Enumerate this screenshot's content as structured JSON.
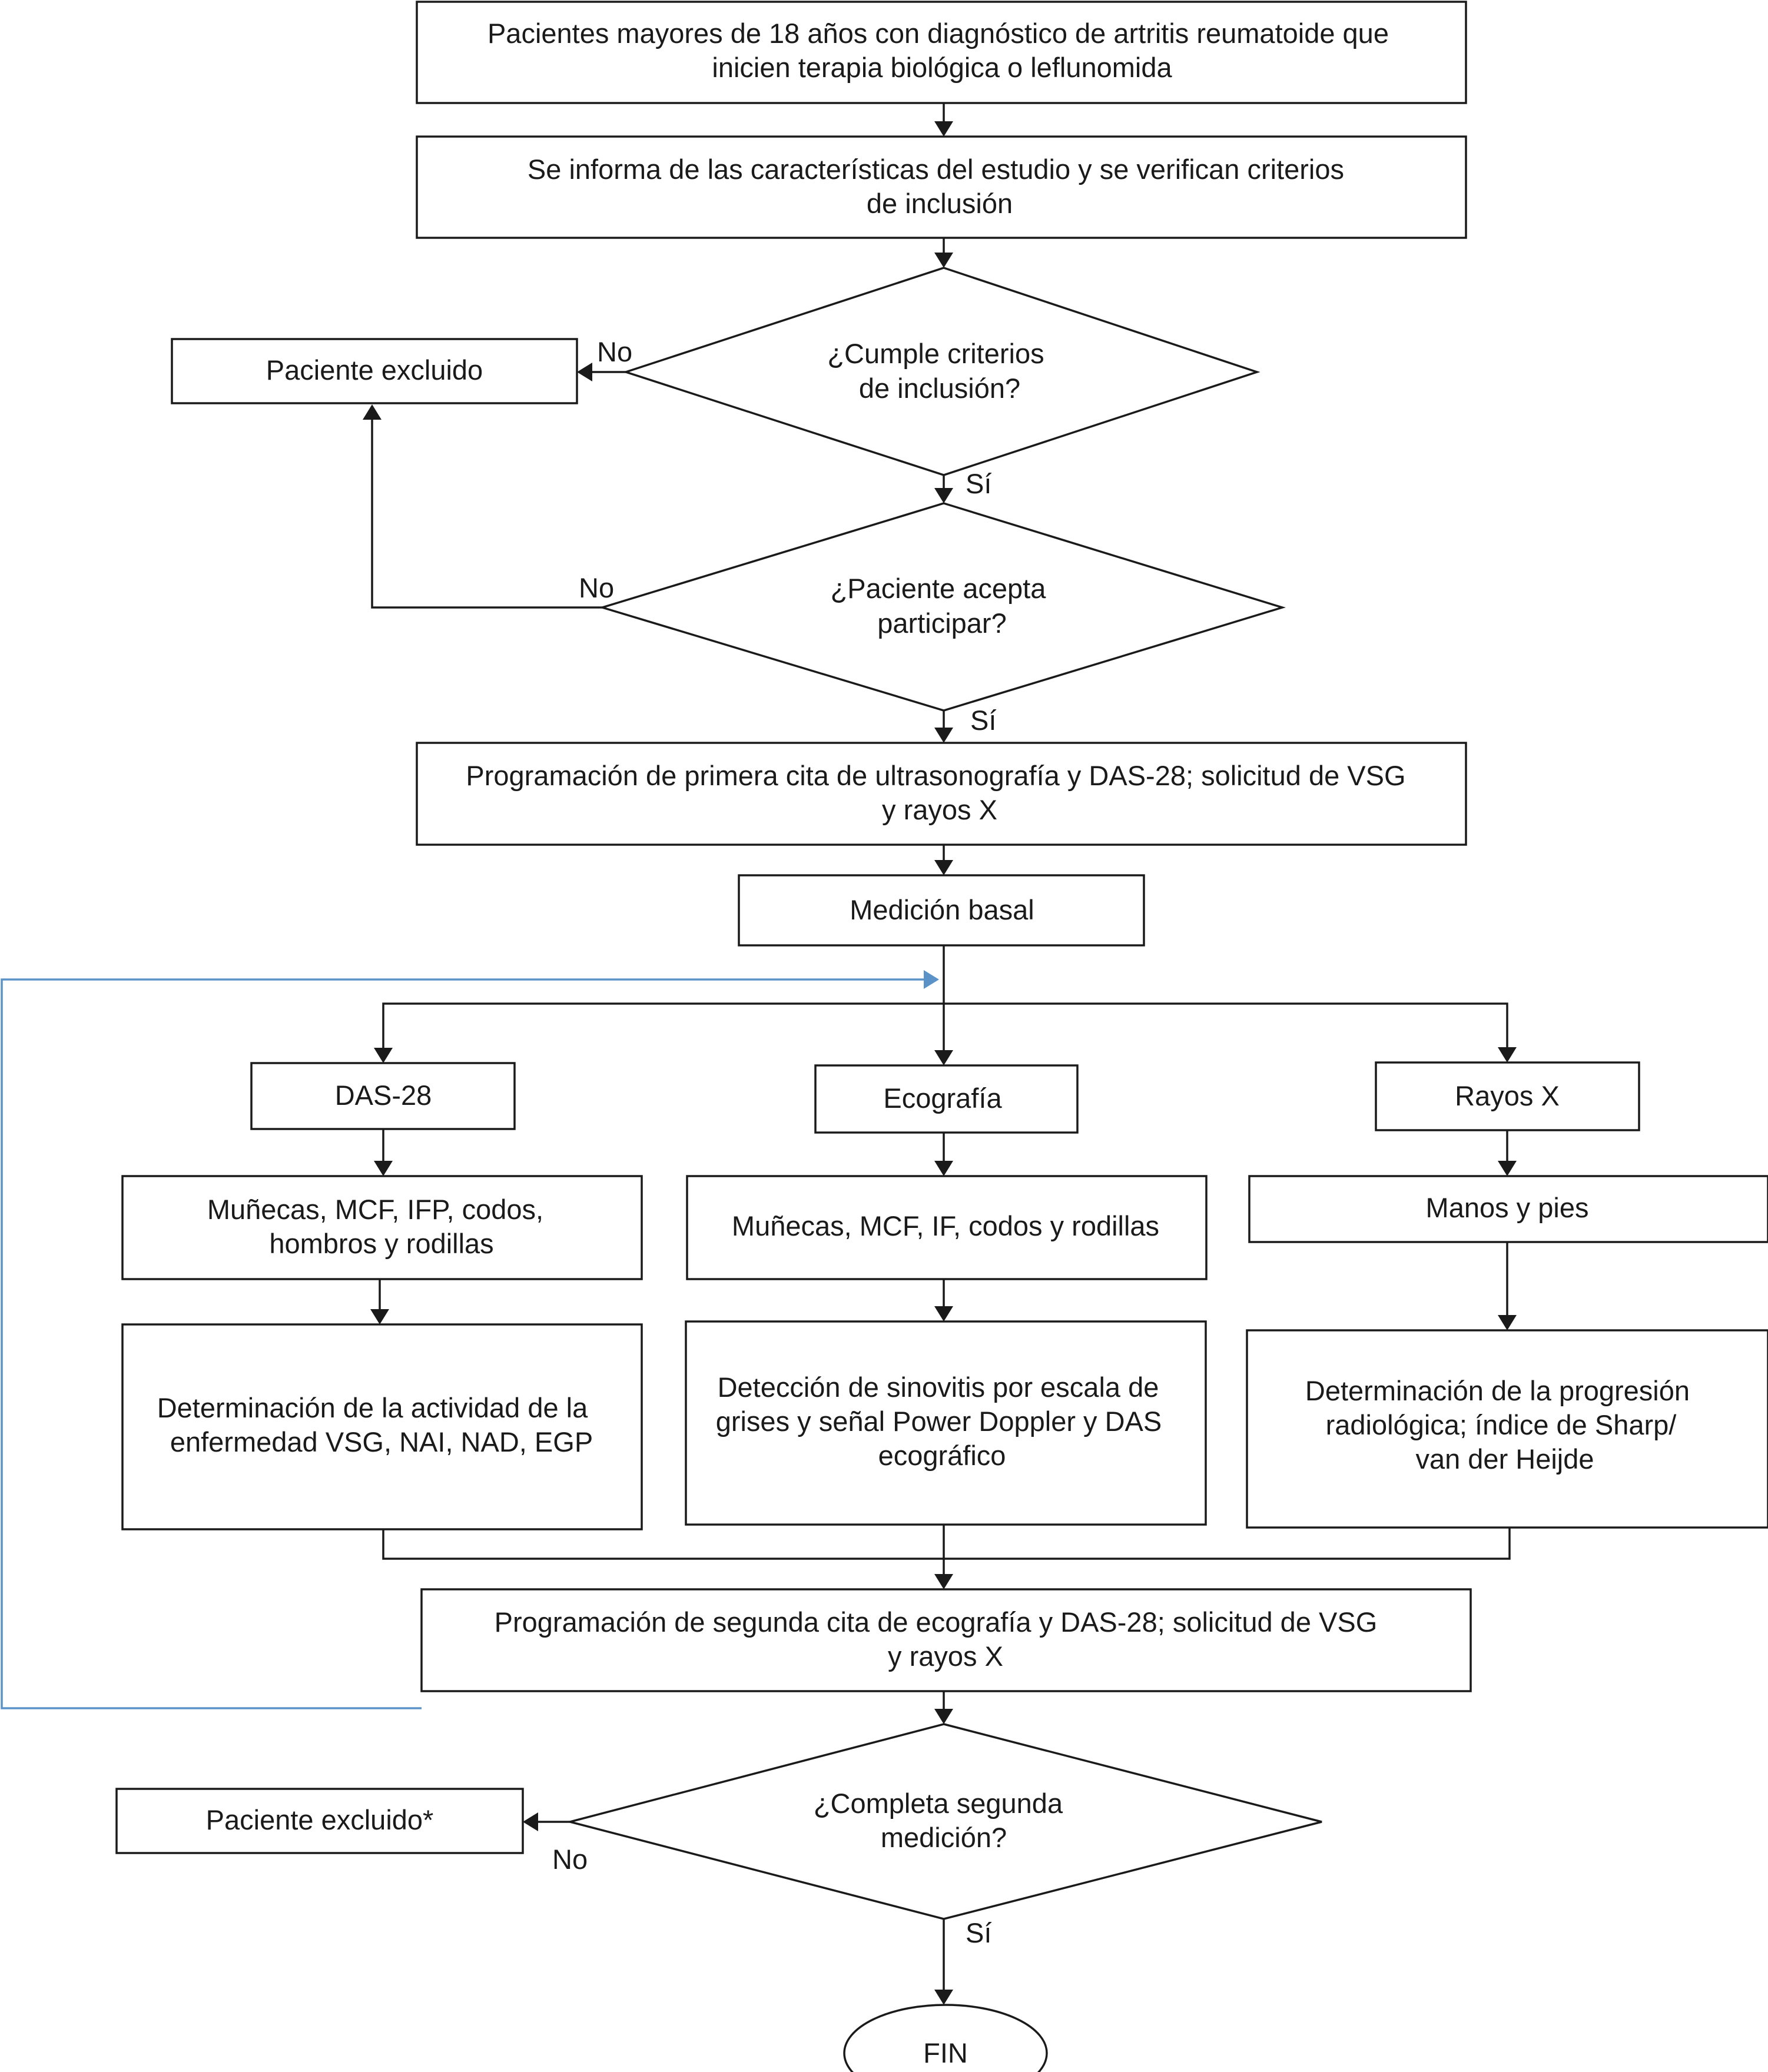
{
  "nodes": {
    "start": {
      "lines": [
        "Pacientes mayores de 18 años con diagnóstico de artritis reumatoide que",
        "inicien terapia biológica o leflunomida"
      ]
    },
    "info": {
      "lines": [
        "Se informa de las características del estudio y se verifican criterios",
        "de inclusión"
      ]
    },
    "q_criteria": {
      "lines": [
        "¿Cumple criterios",
        "de inclusión?"
      ]
    },
    "excluded_1": {
      "lines": [
        "Paciente excluido"
      ]
    },
    "q_accept": {
      "lines": [
        "¿Paciente acepta",
        "participar?"
      ]
    },
    "first_appt": {
      "lines": [
        "Programación de primera cita de ultrasonografía y DAS-28; solicitud de VSG",
        "y rayos X"
      ]
    },
    "baseline": {
      "lines": [
        "Medición basal"
      ]
    },
    "das28": {
      "lines": [
        "DAS-28"
      ]
    },
    "eco": {
      "lines": [
        "Ecografía"
      ]
    },
    "rayos": {
      "lines": [
        "Rayos X"
      ]
    },
    "das28_joints": {
      "lines": [
        "Muñecas, MCF, IFP, codos,",
        "hombros y rodillas"
      ]
    },
    "eco_joints": {
      "lines": [
        "Muñecas, MCF, IF, codos y rodillas"
      ]
    },
    "rayos_parts": {
      "lines": [
        "Manos y pies"
      ]
    },
    "das28_det": {
      "lines": [
        "Determinación de la actividad de la",
        "enfermedad VSG, NAI, NAD, EGP"
      ]
    },
    "eco_det": {
      "lines": [
        "Detección de sinovitis por escala de",
        "grises y señal Power Doppler y DAS",
        "ecográfico"
      ]
    },
    "rayos_det": {
      "lines": [
        "Determinación de la progresión",
        "radiológica; índice de Sharp/",
        "van der Heijde"
      ]
    },
    "second_appt": {
      "lines": [
        "Programación de segunda cita de ecografía y DAS-28; solicitud de VSG",
        "y rayos X"
      ]
    },
    "q_second": {
      "lines": [
        "¿Completa segunda",
        "medición?"
      ]
    },
    "excluded_2": {
      "lines": [
        "Paciente excluido*"
      ]
    },
    "end": {
      "lines": [
        "FIN"
      ]
    }
  },
  "edge_labels": {
    "criteria_no": "No",
    "criteria_yes": "Sí",
    "accept_no": "No",
    "accept_yes": "Sí",
    "second_no": "No",
    "second_yes": "Sí"
  },
  "colors": {
    "line": "#1a1a1a",
    "loop": "#5b93c8",
    "background": "#ffffff"
  }
}
